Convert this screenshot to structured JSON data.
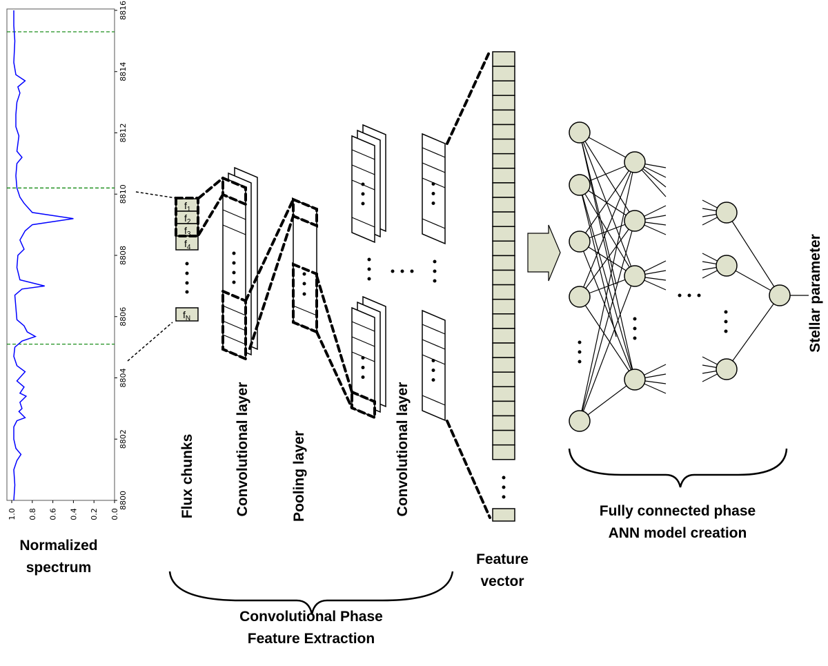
{
  "chart_data": {
    "type": "line",
    "orientation": "rotated-90",
    "xlabel": "",
    "ylabel": "",
    "wavelength_range": [
      8800,
      8816
    ],
    "flux_range": [
      0.0,
      1.0
    ],
    "wavelength_ticks": [
      "8800",
      "8802",
      "8804",
      "8806",
      "8808",
      "8810",
      "8812",
      "8814",
      "8816"
    ],
    "flux_ticks": [
      "1.0",
      "0.8",
      "0.6",
      "0.4",
      "0.2",
      "0.0"
    ],
    "line_color": "#0000ff",
    "marker_color": "#008000",
    "dashed_markers": [
      8805.1,
      8810.2,
      8815.3
    ],
    "series": [
      {
        "x": [
          8800.0,
          8800.5,
          8801.0,
          8801.3,
          8801.5,
          8801.7,
          8802.0,
          8802.4,
          8802.6,
          8802.7,
          8802.9,
          8803.0,
          8803.2,
          8803.4,
          8803.5,
          8803.7,
          8803.9,
          8804.2,
          8804.4,
          8804.7,
          8805.0,
          8805.2,
          8805.35,
          8805.5,
          8805.7,
          8805.9,
          8806.3,
          8806.7,
          8806.9,
          8807.0,
          8807.2,
          8807.6,
          8808.0,
          8808.2,
          8808.5,
          8808.8,
          8809.0,
          8809.2,
          8809.4,
          8809.7,
          8809.9,
          8810.2,
          8810.6,
          8811.0,
          8811.2,
          8811.4,
          8811.9,
          8812.2,
          8812.6,
          8813.0,
          8813.3,
          8813.5,
          8813.7,
          8813.9,
          8814.3,
          8815.0,
          8815.5,
          8816.0
        ],
        "y": [
          0.98,
          0.97,
          0.98,
          0.95,
          0.91,
          0.96,
          0.98,
          0.98,
          0.95,
          0.87,
          0.93,
          0.9,
          0.92,
          0.86,
          0.92,
          0.88,
          0.95,
          0.87,
          0.95,
          0.98,
          0.97,
          0.9,
          0.77,
          0.85,
          0.88,
          0.95,
          0.96,
          0.97,
          0.9,
          0.68,
          0.92,
          0.95,
          0.94,
          0.88,
          0.92,
          0.87,
          0.8,
          0.4,
          0.8,
          0.88,
          0.92,
          0.95,
          0.96,
          0.95,
          0.9,
          0.95,
          0.93,
          0.96,
          0.96,
          0.95,
          0.92,
          0.94,
          0.87,
          0.96,
          0.98,
          0.97,
          0.98,
          0.98
        ]
      }
    ]
  },
  "labels": {
    "normalized_1": "Normalized",
    "normalized_2": "spectrum",
    "flux_chunks": "Flux chunks",
    "conv_layer_1": "Convolutional layer",
    "pooling_layer": "Pooling layer",
    "conv_layer_2": "Convolutional layer",
    "feature_1": "Feature",
    "feature_2": "vector",
    "conv_phase_1": "Convolutional Phase",
    "conv_phase_2": "Feature Extraction",
    "fc_phase_1": "Fully connected phase",
    "fc_phase_2": "ANN model creation",
    "stellar": "Stellar parameter"
  },
  "chunks": [
    "f1",
    "f2",
    "f3",
    "f4",
    "fN"
  ],
  "colors": {
    "cell_fill": "#dfe2cc",
    "spectrum": "#0000ff",
    "markers": "#008000"
  }
}
